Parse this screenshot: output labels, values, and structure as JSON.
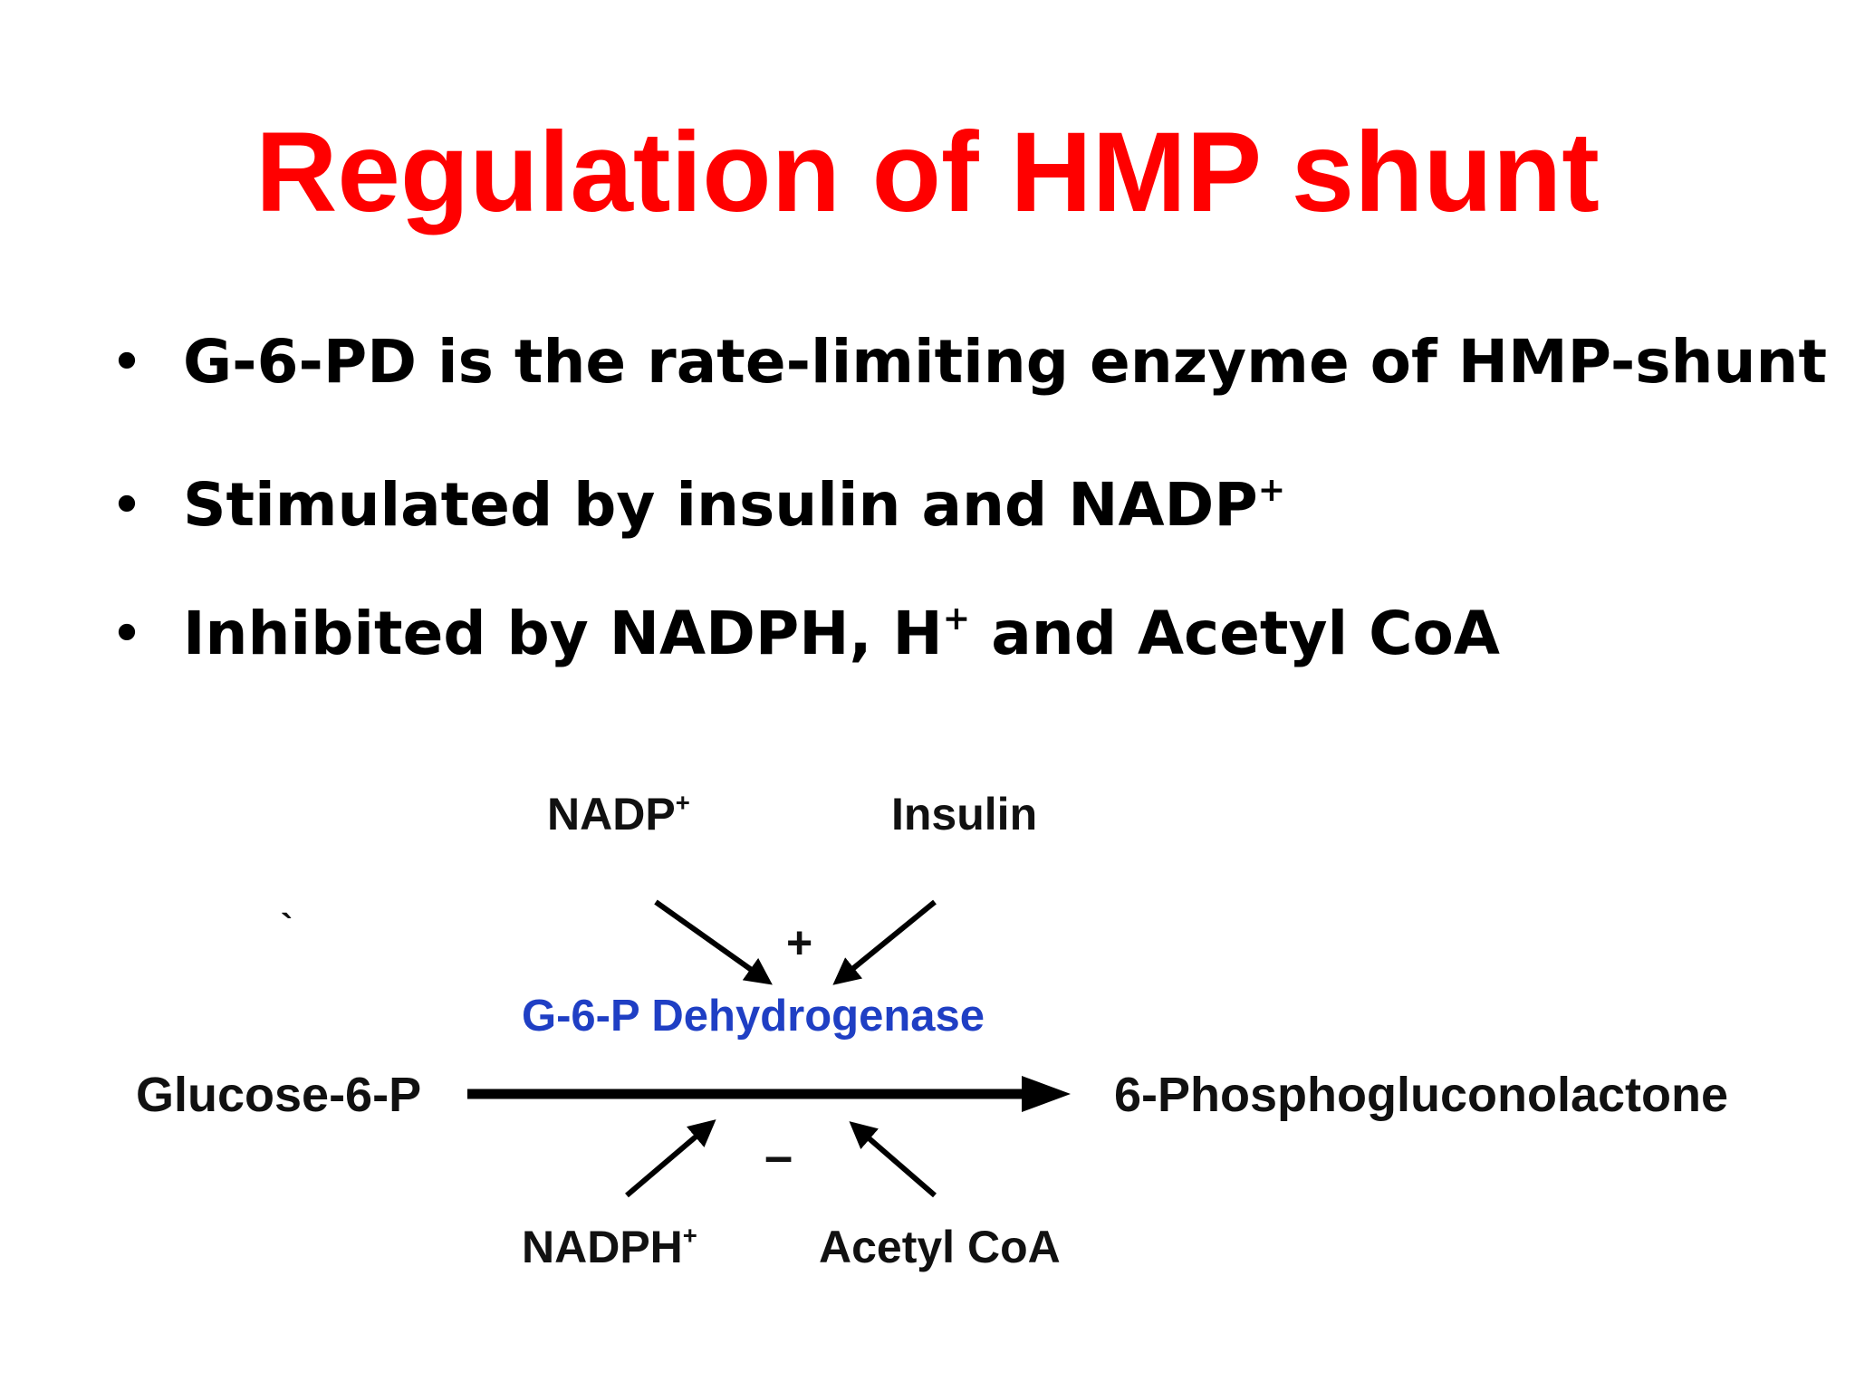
{
  "slide": {
    "title": "Regulation of HMP shunt",
    "bullets": [
      {
        "text": "G-6-PD is the rate-limiting enzyme of HMP-shunt",
        "sup": ""
      },
      {
        "text": "Stimulated by insulin and NADP",
        "sup": "+"
      },
      {
        "text_a": "Inhibited by NADPH, H",
        "sup": "+",
        "text_b": " and Acetyl CoA"
      }
    ],
    "bullet_symbol": "•"
  },
  "diagram": {
    "substrate": "Glucose-6-P",
    "product": "6-Phosphogluconolactone",
    "enzyme": "G-6-P Dehydrogenase",
    "activators": [
      {
        "label": "NADP",
        "sup": "+"
      },
      {
        "label": "Insulin",
        "sup": ""
      }
    ],
    "inhibitors": [
      {
        "label": "NADPH",
        "sup": "+"
      },
      {
        "label": "Acetyl CoA",
        "sup": ""
      }
    ],
    "stimulation_sign": "+",
    "inhibition_sign": "–",
    "stray_mark": "`"
  }
}
